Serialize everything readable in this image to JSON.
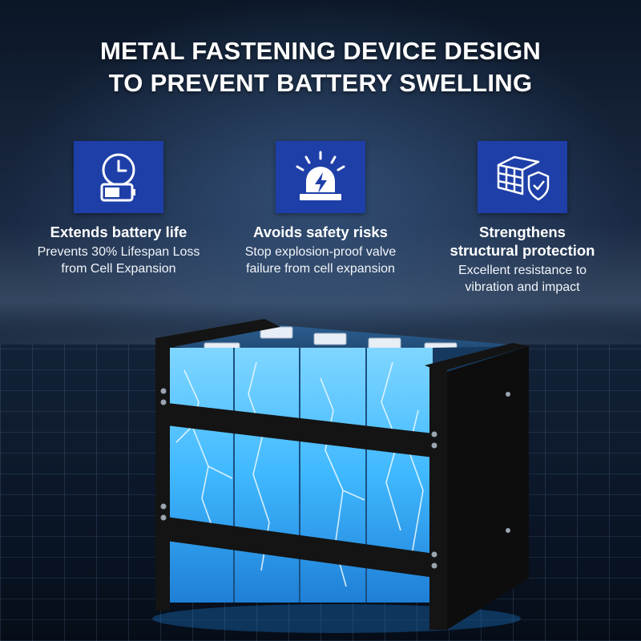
{
  "title": {
    "line1": "METAL FASTENING DEVICE DESIGN",
    "line2": "TO PREVENT BATTERY SWELLING"
  },
  "features": [
    {
      "icon": "battery-life-icon",
      "title": "Extends battery life",
      "desc_line1": "Prevents 30% Lifespan Loss",
      "desc_line2": "from Cell Expansion"
    },
    {
      "icon": "warning-siren-icon",
      "title": "Avoids safety risks",
      "desc_line1": "Stop explosion-proof valve",
      "desc_line2": "failure from cell expansion"
    },
    {
      "icon": "structure-shield-icon",
      "title_line1": "Strengthens",
      "title_line2": "structural protection",
      "desc_line1": "Excellent resistance to",
      "desc_line2": "vibration and impact"
    }
  ],
  "colors": {
    "icon_tile": "#1e3fa8",
    "cell_glow": "#3fb8ff",
    "frame": "#141414"
  }
}
